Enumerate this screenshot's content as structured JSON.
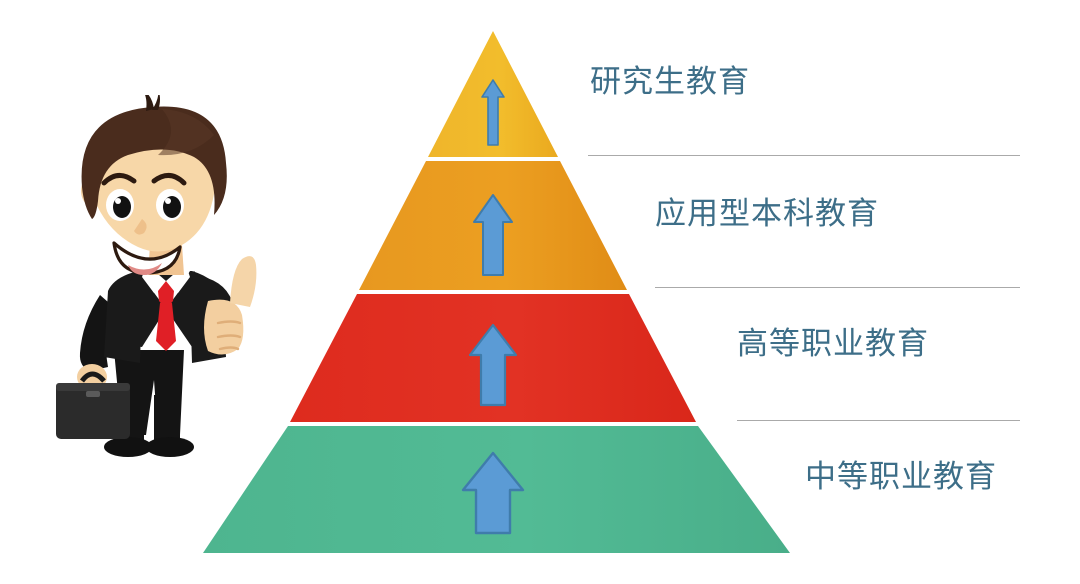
{
  "diagram": {
    "type": "pyramid",
    "title": "",
    "background_color": "#ffffff",
    "tier_count": 4,
    "arrow_color": "#5b9bd5",
    "arrow_outline_color": "#3f7cab",
    "label_color": "#3d6e88",
    "divider_color": "#9b9b9b",
    "tiers": [
      {
        "level": 1,
        "position": "top",
        "label": "研究生教育",
        "label_en_meaning": "Graduate Education",
        "color": "#f0b429",
        "arrow": "up-arrow",
        "arrow_size": "small"
      },
      {
        "level": 2,
        "position": "upper-middle",
        "label": "应用型本科教育",
        "label_en_meaning": "Applied Undergraduate Education",
        "color": "#e8971e",
        "arrow": "up-arrow",
        "arrow_size": "medium"
      },
      {
        "level": 3,
        "position": "lower-middle",
        "label": "高等职业教育",
        "label_en_meaning": "Higher Vocational Education",
        "color": "#df2d20",
        "arrow": "up-arrow",
        "arrow_size": "large"
      },
      {
        "level": 4,
        "position": "bottom",
        "label": "中等职业教育",
        "label_en_meaning": "Secondary Vocational Education",
        "color": "#4fb792",
        "arrow": "up-arrow",
        "arrow_size": "xlarge"
      }
    ]
  },
  "mascot": {
    "name": "businessman-thumbs-up",
    "description": "cartoon businessman giving a thumbs up and holding a briefcase",
    "hair_color": "#4a2c1d",
    "skin_color": "#f3cfa0",
    "suit_color": "#1a1a1a",
    "shirt_color": "#ffffff",
    "tie_color": "#e01f26",
    "briefcase_color": "#2b2b2b"
  }
}
